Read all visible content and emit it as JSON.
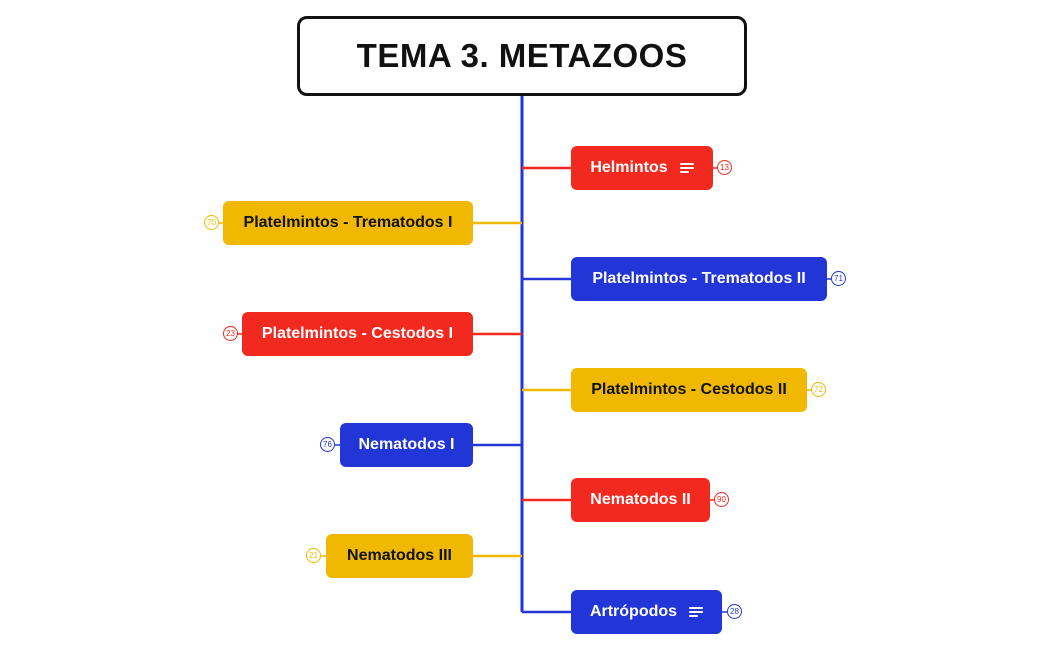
{
  "title": "TEMA 3. METAZOOS",
  "colors": {
    "red": "#f2291f",
    "blue": "#2235d6",
    "yellow": "#f0b800",
    "border": "#111111"
  },
  "topics": [
    {
      "label": "Helmintos",
      "count": "13",
      "notes_icon": "notes-icon",
      "color": "red"
    },
    {
      "label": "Platelmintos - Trematodos I",
      "count": "70",
      "color": "yellow"
    },
    {
      "label": "Platelmintos - Trematodos II",
      "count": "71",
      "color": "blue"
    },
    {
      "label": "Platelmintos - Cestodos I",
      "count": "23",
      "color": "red"
    },
    {
      "label": "Platelmintos - Cestodos II",
      "count": "72",
      "color": "yellow"
    },
    {
      "label": "Nematodos I",
      "count": "76",
      "color": "blue"
    },
    {
      "label": "Nematodos II",
      "count": "90",
      "color": "red"
    },
    {
      "label": "Nematodos III",
      "count": "21",
      "color": "yellow"
    },
    {
      "label": "Artrópodos",
      "count": "28",
      "notes_icon": "notes-icon",
      "color": "blue"
    }
  ]
}
